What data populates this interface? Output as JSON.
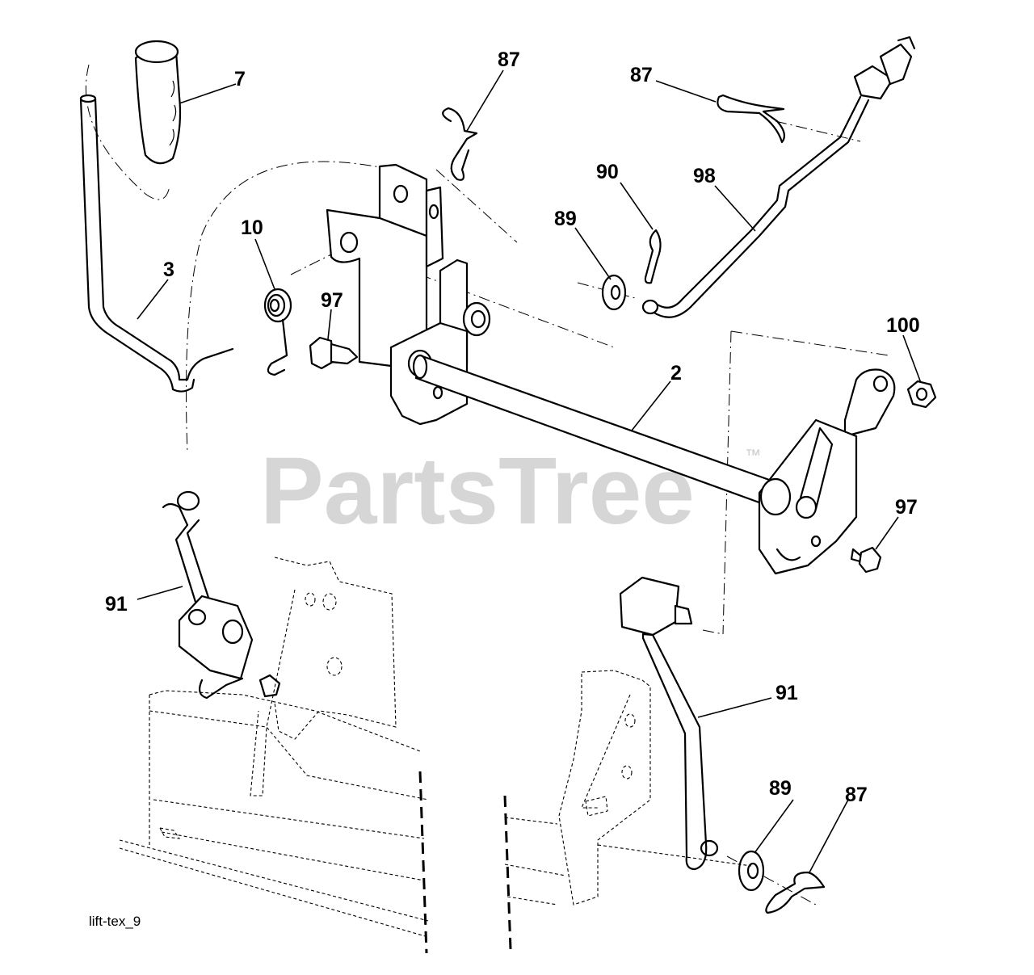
{
  "watermark": {
    "text": "PartsTree",
    "mark": "™"
  },
  "drawing_code": "lift-tex_9",
  "callouts": {
    "c7": "7",
    "c3": "3",
    "c10": "10",
    "c97a": "97",
    "c87a": "87",
    "c87b": "87",
    "c90": "90",
    "c98": "98",
    "c89a": "89",
    "c100": "100",
    "c2": "2",
    "c97b": "97",
    "c91a": "91",
    "c91b": "91",
    "c89b": "89",
    "c87c": "87"
  }
}
